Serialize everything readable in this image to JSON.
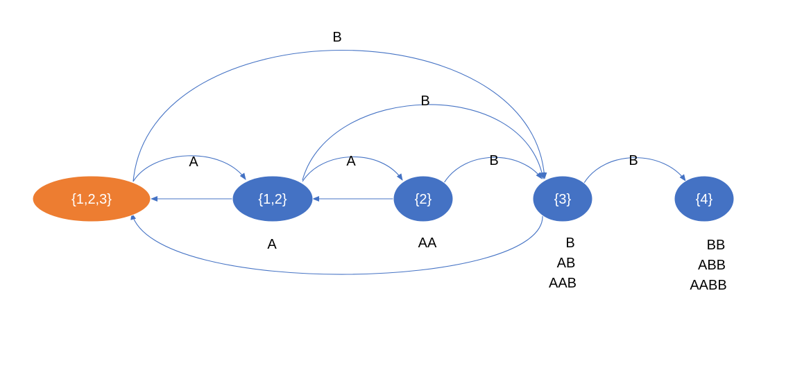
{
  "colors": {
    "start_node": "#ed7d31",
    "state_node": "#4472c4",
    "edge": "#4472c4",
    "node_text": "#ffffff",
    "label_text": "#000000"
  },
  "nodes": [
    {
      "id": "n123",
      "label": "{1,2,3}",
      "kind": "start"
    },
    {
      "id": "n12",
      "label": "{1,2}",
      "kind": "state"
    },
    {
      "id": "n2",
      "label": "{2}",
      "kind": "state"
    },
    {
      "id": "n3",
      "label": "{3}",
      "kind": "state"
    },
    {
      "id": "n4",
      "label": "{4}",
      "kind": "state"
    }
  ],
  "edges": [
    {
      "from": "n123",
      "to": "n12",
      "label": "A"
    },
    {
      "from": "n12",
      "to": "n2",
      "label": "A"
    },
    {
      "from": "n2",
      "to": "n3",
      "label": "B"
    },
    {
      "from": "n3",
      "to": "n4",
      "label": "B"
    },
    {
      "from": "n12",
      "to": "n3",
      "label": "B"
    },
    {
      "from": "n123",
      "to": "n3",
      "label": "B"
    },
    {
      "from": "n12",
      "to": "n123",
      "label": ""
    },
    {
      "from": "n2",
      "to": "n12",
      "label": ""
    },
    {
      "from": "n3",
      "to": "n123",
      "label": ""
    }
  ],
  "node_strings": {
    "n12": [
      "A"
    ],
    "n2": [
      "AA"
    ],
    "n3": [
      "B",
      "AB",
      "AAB"
    ],
    "n4": [
      "BB",
      "ABB",
      "AABB"
    ]
  }
}
